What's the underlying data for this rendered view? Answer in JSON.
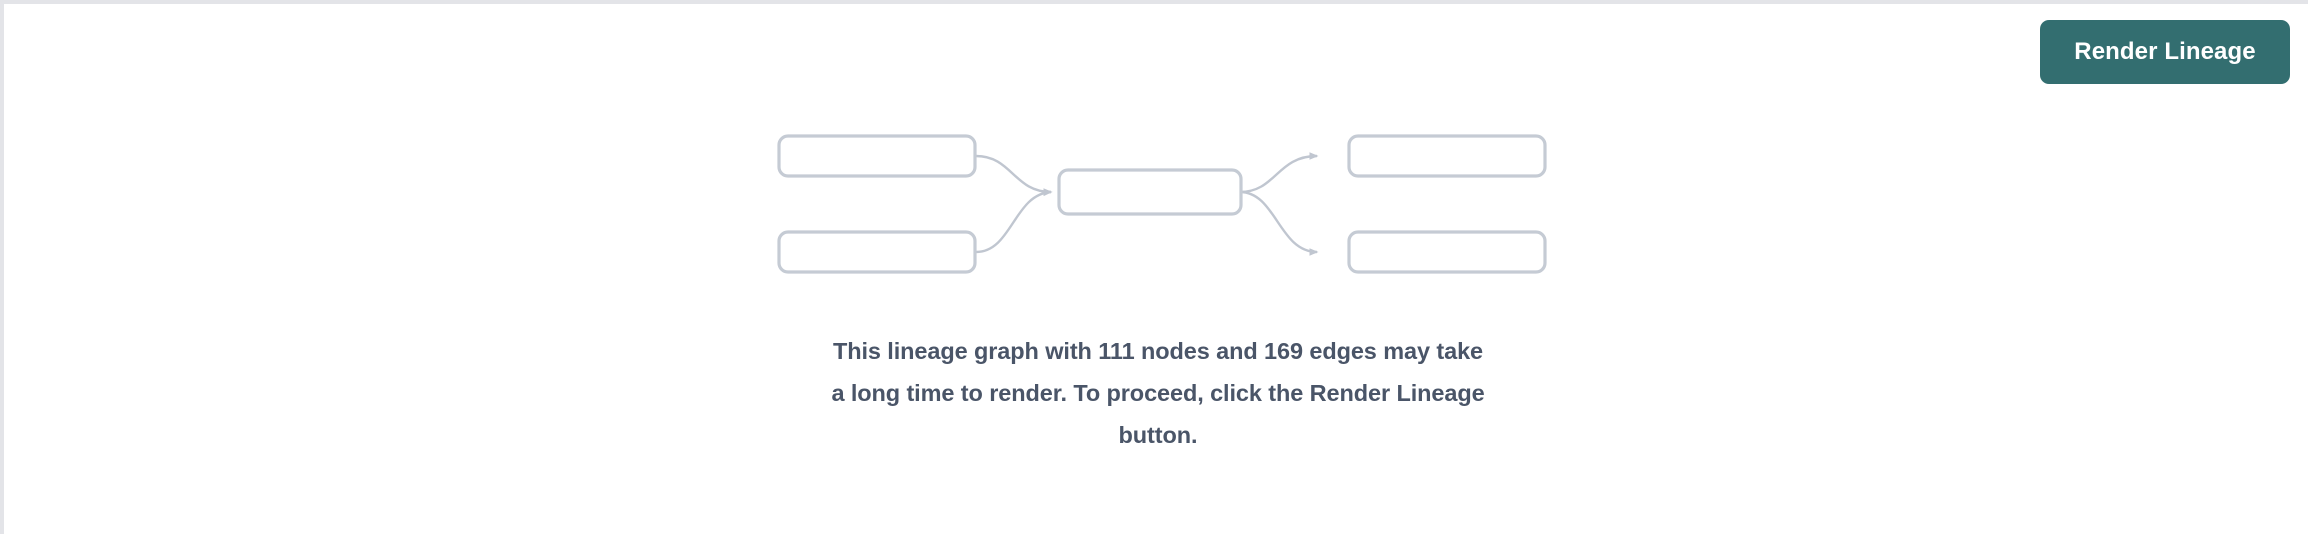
{
  "theme": {
    "background": "#ffffff",
    "frame_border": "#e3e4e8",
    "accent": "#336e70",
    "accent_text": "#ffffff",
    "node_stroke": "#c5cbd4",
    "edge_stroke": "#c0c6d0",
    "message_text": "#4a5568"
  },
  "toolbar": {
    "render_lineage_label": "Render Lineage"
  },
  "graph_placeholder": {
    "label": "lineage-graph-placeholder",
    "node_count_shown": 5,
    "edge_count_shown": 4,
    "nodes": [
      {
        "id": "upstream-1",
        "label": ""
      },
      {
        "id": "upstream-2",
        "label": ""
      },
      {
        "id": "center",
        "label": ""
      },
      {
        "id": "downstream-1",
        "label": ""
      },
      {
        "id": "downstream-2",
        "label": ""
      }
    ],
    "edges": [
      {
        "from": "upstream-1",
        "to": "center"
      },
      {
        "from": "upstream-2",
        "to": "center"
      },
      {
        "from": "center",
        "to": "downstream-1"
      },
      {
        "from": "center",
        "to": "downstream-2"
      }
    ]
  },
  "message": {
    "node_count": "111",
    "edge_count": "169",
    "line_1": "This lineage graph with 111 nodes and 169 edges may take",
    "line_2": "a long time to render. To proceed, click the Render Lineage",
    "line_3": "button."
  }
}
